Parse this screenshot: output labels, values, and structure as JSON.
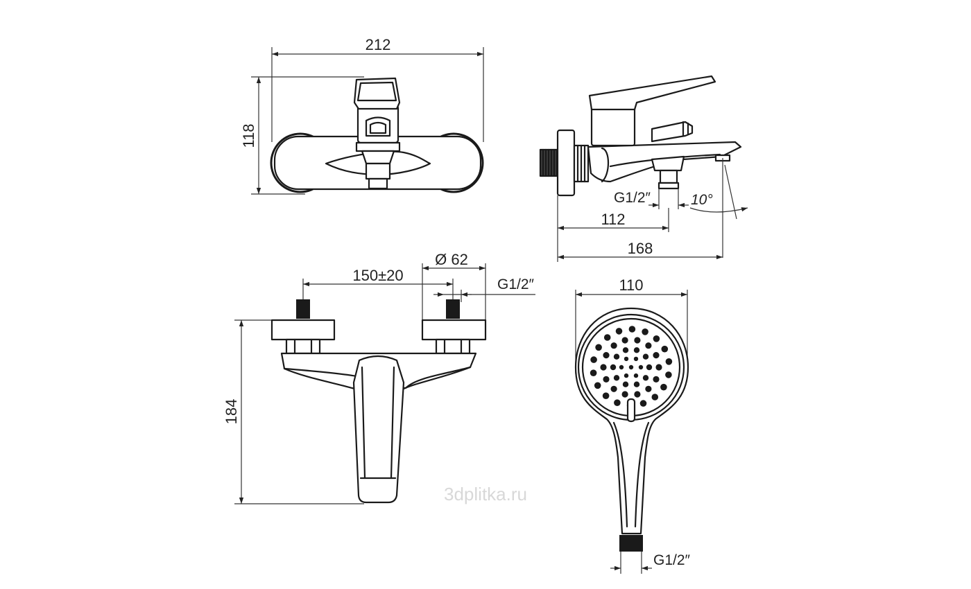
{
  "dimensions": {
    "front_width": "212",
    "front_height": "118",
    "side_spout_offset": "112",
    "side_total_depth": "168",
    "side_thread": "G1/2″",
    "side_angle": "10°",
    "flange_diameter": "Ø 62",
    "inlet_spacing": "150±20",
    "inlet_thread": "G1/2″",
    "bottom_height": "184",
    "handshower_width": "110",
    "handshower_thread": "G1/2″"
  },
  "watermark": "3dplitka.ru",
  "colors": {
    "line": "#1a1a1a",
    "watermark": "#d8d8d8",
    "background": "#ffffff"
  }
}
